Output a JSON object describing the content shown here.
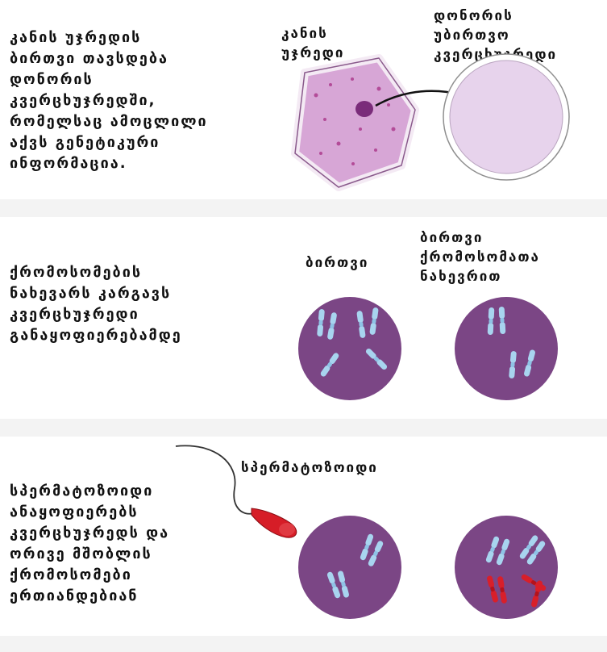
{
  "panels": [
    {
      "description": "კანის უჯრედის\nბირთვი თავსდება\nდონორის\nკვერცხუჯრედში,\nრომელსაც ამოცლილი\nაქვს გენეტიკური\nინფორმაცია.",
      "labels": [
        "კანის\nუჯრედი",
        "დონორის\nუბირთვო\nკვერცხუჯრედი"
      ]
    },
    {
      "description": "ქრომოსომების\nნახევარს კარგავს\nკვერცხუჯრედი\nგანაყოფიერებამდე",
      "labels": [
        "ბირთვი",
        "ბირთვი\nქრომოსომათა\nნახევრით"
      ]
    },
    {
      "description": "სპერმატოზოიდი\nანაყოფიერებს\nკვერცხუჯრედს და\nორივე მშობლის\nქრომოსომები\nერთიანდებიან",
      "labels": [
        "სპერმატოზოიდი"
      ]
    }
  ],
  "colors": {
    "band": "#f3f3f3",
    "skin_cell": "#d7a6d6",
    "skin_cell_border": "#8a5a8c",
    "nucleus": "#7a2c7a",
    "egg": "#e7d3ec",
    "purple_cell": "#7b4685",
    "chromosome_blue": "#a8d4ef",
    "chromosome_red": "#d81f2a",
    "sperm": "#d61d27"
  }
}
